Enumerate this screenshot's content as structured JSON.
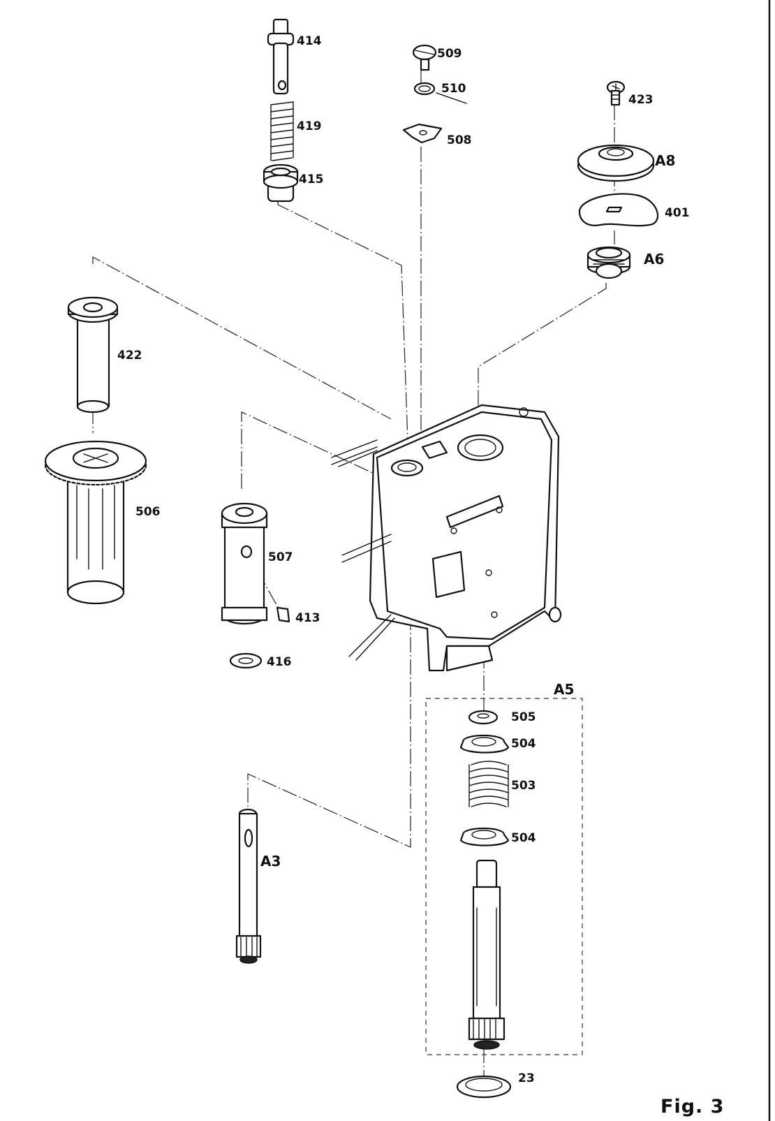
{
  "figure": {
    "caption": "Fig. 3"
  },
  "group_label": "A5",
  "parts": [
    {
      "key": "414",
      "label": "414"
    },
    {
      "key": "419",
      "label": "419"
    },
    {
      "key": "415",
      "label": "415"
    },
    {
      "key": "509",
      "label": "509"
    },
    {
      "key": "510",
      "label": "510"
    },
    {
      "key": "508",
      "label": "508"
    },
    {
      "key": "423",
      "label": "423"
    },
    {
      "key": "A8",
      "label": "A8"
    },
    {
      "key": "401",
      "label": "401"
    },
    {
      "key": "A6",
      "label": "A6"
    },
    {
      "key": "422",
      "label": "422"
    },
    {
      "key": "506",
      "label": "506"
    },
    {
      "key": "507",
      "label": "507"
    },
    {
      "key": "413",
      "label": "413"
    },
    {
      "key": "416",
      "label": "416"
    },
    {
      "key": "505",
      "label": "505"
    },
    {
      "key": "504a",
      "label": "504"
    },
    {
      "key": "503",
      "label": "503"
    },
    {
      "key": "504b",
      "label": "504"
    },
    {
      "key": "A3",
      "label": "A3"
    },
    {
      "key": "23",
      "label": "23"
    }
  ]
}
